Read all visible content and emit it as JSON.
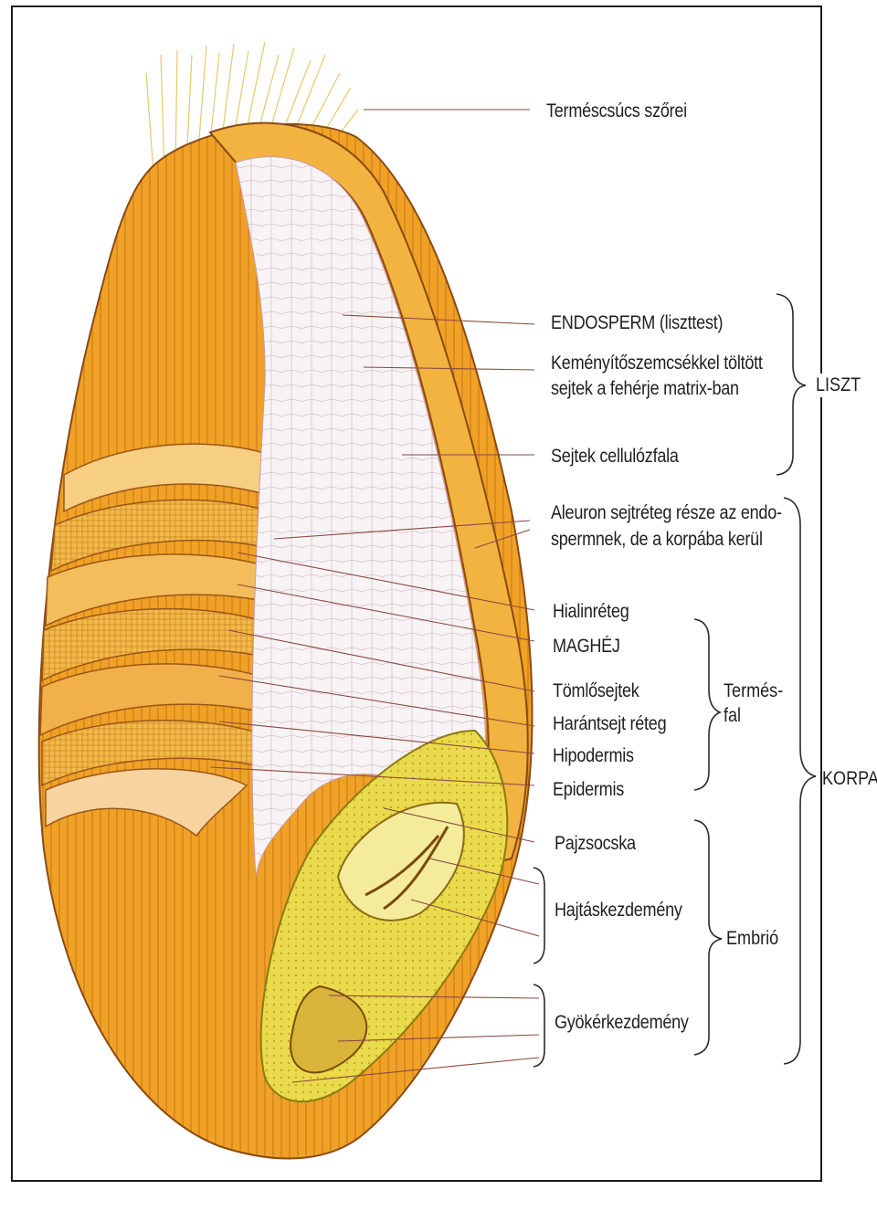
{
  "labels": {
    "termescsucs": "Terméscsúcs szőrei",
    "endosperm": "ENDOSPERM (liszttest)",
    "kemeny_1": "Keményítőszemcsékkel töltött",
    "kemeny_2": "sejtek a fehérje matrix-ban",
    "cellulozfal": "Sejtek cellulózfala",
    "aleuron_1": "Aleuron sejtréteg része az endo-",
    "aleuron_2": "spermnek, de a korpába kerül",
    "hialin": "Hialinréteg",
    "maghej": "MAGHÉJ",
    "tomlo": "Tömlősejtek",
    "harant": "Harántsejt réteg",
    "hipodermis": "Hipodermis",
    "epidermis": "Epidermis",
    "pajzsocska": "Pajzsocska",
    "hajtas": "Hajtáskezdemény",
    "gyoker": "Gyökérkezdemény"
  },
  "groups": {
    "liszt": "LISZT",
    "termesfal_1": "Termés-",
    "termesfal_2": "fal",
    "korpa": "KORPA",
    "embrio": "Embrió"
  },
  "colors": {
    "husk": "#f0a020",
    "husk_light": "#f7c25a",
    "endosperm": "#f7f2f4",
    "embryo": "#e8d84a",
    "line": "#7a3a2a"
  }
}
